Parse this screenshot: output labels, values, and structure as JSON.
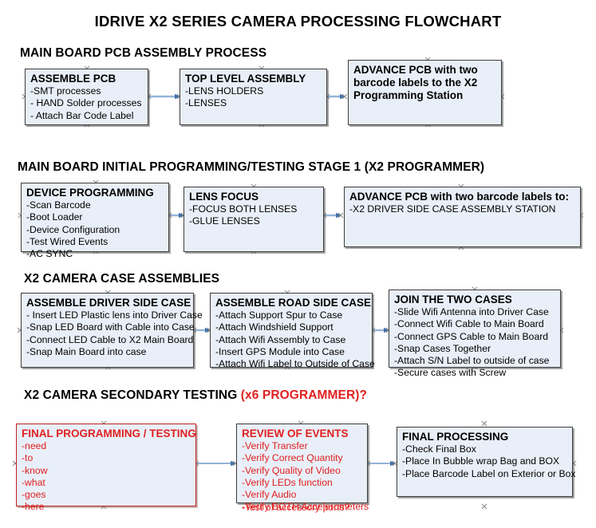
{
  "document": {
    "title": "IDRIVE X2  SERIES CAMERA PROCESSING FLOWCHART"
  },
  "colors": {
    "box_fill": "#e9eff8",
    "box_border": "#3b3b3b",
    "connector": "#95b3d7",
    "arrowhead": "#4472a8",
    "accent_red": "#e02020",
    "text": "#000000",
    "background": "#ffffff"
  },
  "sections": [
    {
      "id": "main-board-pcb-assembly",
      "heading": "MAIN BOARD PCB ASSEMBLY PROCESS",
      "heading_accent": ""
    },
    {
      "id": "main-board-initial-programming",
      "heading": "MAIN BOARD INITIAL PROGRAMMING/TESTING STAGE 1 (X2 PROGRAMMER)",
      "heading_accent": ""
    },
    {
      "id": "x2-camera-case-assemblies",
      "heading": "X2 CAMERA CASE ASSEMBLIES",
      "heading_accent": ""
    },
    {
      "id": "x2-camera-secondary-testing",
      "heading": "X2 CAMERA SECONDARY TESTING ",
      "heading_accent": "(x6 PROGRAMMER)?"
    }
  ],
  "nodes": {
    "assemble_pcb": {
      "title": "ASSEMBLE PCB",
      "lines": [
        "-SMT processes",
        "- HAND Solder processes",
        "- Attach Bar Code Label"
      ]
    },
    "top_level_assembly": {
      "title": "TOP LEVEL ASSEMBLY",
      "lines": [
        "-LENS HOLDERS",
        "-LENSES"
      ]
    },
    "advance_pcb_programming_station": {
      "title": "ADVANCE PCB with two barcode labels to the  X2 Programming Station",
      "lines": []
    },
    "device_programming": {
      "title": "DEVICE PROGRAMMING",
      "lines": [
        "-Scan Barcode",
        "-Boot Loader",
        "-Device Configuration",
        "-Test Wired Events",
        "-AC SYNC"
      ]
    },
    "lens_focus": {
      "title": "LENS FOCUS",
      "lines": [
        "-FOCUS BOTH LENSES",
        "-GLUE LENSES"
      ]
    },
    "advance_pcb_driver_side": {
      "title": "ADVANCE PCB with two barcode labels to:",
      "lines": [
        "-X2 DRIVER  SIDE  CASE  ASSEMBLY STATION"
      ]
    },
    "assemble_driver_side_case": {
      "title": "ASSEMBLE DRIVER SIDE CASE",
      "lines": [
        "- Insert LED Plastic lens into Driver Case",
        "-Snap LED Board with Cable into Case",
        "-Connect LED Cable to X2 Main Board",
        "-Snap Main Board into case"
      ]
    },
    "assemble_road_side_case": {
      "title": "ASSEMBLE ROAD SIDE CASE",
      "lines": [
        "-Attach Support Spur to Case",
        "-Attach Windshield Support",
        "-Attach Wifi Assembly to Case",
        "-Insert GPS Module into Case",
        "-Attach Wifi Label to Outside of Case"
      ]
    },
    "join_the_two_cases": {
      "title": "JOIN THE TWO CASES",
      "lines": [
        "-Slide Wifi Antenna into Driver Case",
        "-Connect Wifi Cable to Main Board",
        "-Connect GPS Cable to Main Board",
        "-Snap Cases Together",
        "-Attach S/N Label to outside of case",
        "-Secure cases with Screw"
      ]
    },
    "final_programming_testing": {
      "title": "FINAL PROGRAMMING / TESTING",
      "lines": [
        "-need",
        "-to",
        "-know",
        "-what",
        "-goes",
        "-here"
      ]
    },
    "review_of_events": {
      "title": "REVIEW OF EVENTS",
      "lines": [
        "-Verify Transfer",
        "-Verify Correct Quantity",
        "-Verify Quality of Video",
        "-Verify LEDs function",
        "-Verify Audio",
        "-Verify BOTH Accelerometers"
      ],
      "overflow_line": "-Test of accessory ports?"
    },
    "final_processing": {
      "title": "FINAL PROCESSING",
      "lines": [
        "-Check Final Box",
        "-Place In Bubble wrap Bag and BOX",
        "-Place Barcode Label on Exterior or Box"
      ]
    }
  },
  "connectors": [
    {
      "id": "c1",
      "from": "assemble_pcb",
      "to": "top_level_assembly"
    },
    {
      "id": "c2",
      "from": "top_level_assembly",
      "to": "advance_pcb_programming_station"
    },
    {
      "id": "c3",
      "from": "device_programming",
      "to": "lens_focus"
    },
    {
      "id": "c4",
      "from": "lens_focus",
      "to": "advance_pcb_driver_side"
    },
    {
      "id": "c5",
      "from": "assemble_driver_side_case",
      "to": "assemble_road_side_case"
    },
    {
      "id": "c6",
      "from": "assemble_road_side_case",
      "to": "join_the_two_cases"
    },
    {
      "id": "c7",
      "from": "final_programming_testing",
      "to": "review_of_events"
    },
    {
      "id": "c8",
      "from": "review_of_events",
      "to": "final_processing"
    }
  ]
}
